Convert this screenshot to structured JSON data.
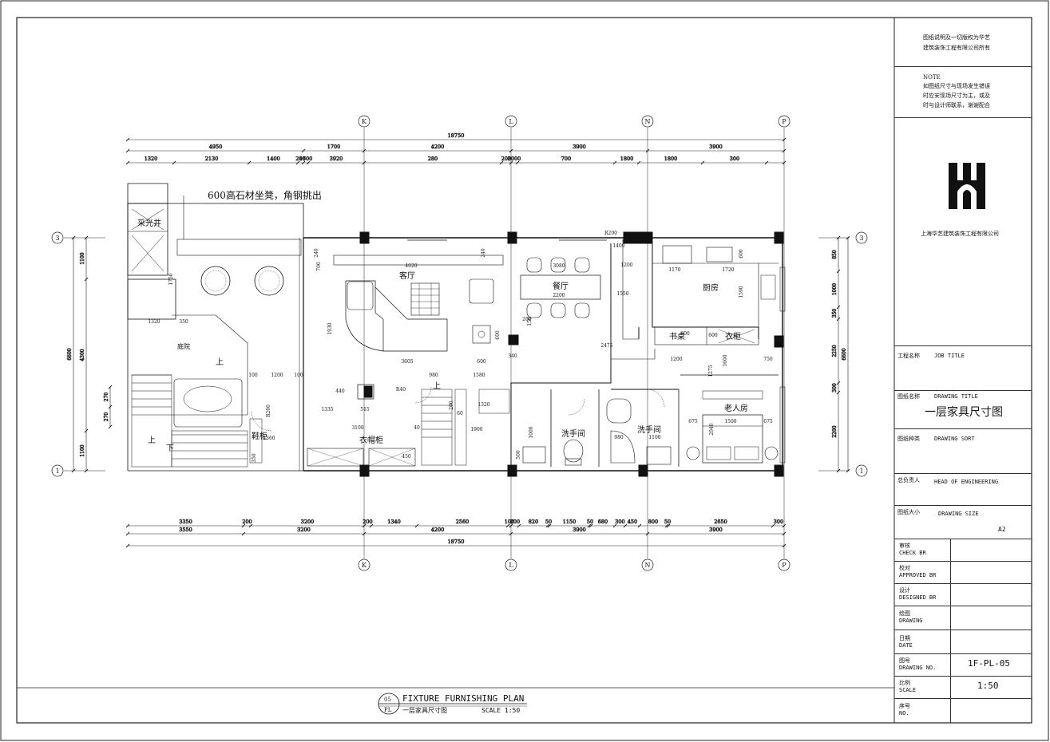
{
  "plan": {
    "title_en": "FIXTURE FURNISHING PLAN",
    "title_cn": "一层家具尺寸图",
    "scale": "SCALE 1:50",
    "view_no": "05",
    "view_sheet": "PL",
    "callout": "600高石材坐凳，角钢挑出",
    "grid_top": [
      "K",
      "L",
      "N",
      "P"
    ],
    "grid_side": [
      "3",
      "1"
    ],
    "dims_top_total": "18750",
    "dims_top_row1": [
      "4950",
      "1700",
      "4200",
      "3900",
      "3900"
    ],
    "dims_top_row2": [
      "1320",
      "2130",
      "1400",
      "200",
      "1600",
      "3920",
      "280",
      "200",
      "3000",
      "700",
      "1800",
      "1800",
      "300"
    ],
    "dims_bottom_row1": [
      "3350",
      "200",
      "3200",
      "200",
      "1340",
      "2560",
      "100",
      "200",
      "820",
      "50",
      "1150",
      "50",
      "680",
      "300",
      "450",
      "800",
      "50",
      "2650",
      "300"
    ],
    "dims_bottom_row2": [
      "3550",
      "3200",
      "4200",
      "3900",
      "3900"
    ],
    "dims_bottom_total": "18750",
    "dims_left": [
      "1100",
      "4300",
      "1100",
      "6600",
      "270",
      "270"
    ],
    "dims_right": [
      "850",
      "1000",
      "350",
      "2250",
      "300",
      "2200",
      "6600"
    ],
    "rooms": {
      "light_well": "采光井",
      "courtyard": "庭院",
      "living": "客厅",
      "dining": "餐厅",
      "kitchen": "厨房",
      "desk": "书桌",
      "wardrobe": "衣柜",
      "elder_room": "老人房",
      "wash1": "洗手间",
      "wash2": "洗手间",
      "shoe_cab": "鞋柜",
      "coat_cab": "衣帽柜",
      "up": "上",
      "down": "下"
    },
    "inner_dims": [
      "4020",
      "3080",
      "2200",
      "1930",
      "3605",
      "600",
      "600",
      "340",
      "200",
      "1750",
      "1320",
      "350",
      "1200",
      "100",
      "100",
      "1170",
      "1720",
      "600",
      "1550",
      "1400",
      "1200",
      "1590",
      "600",
      "2475",
      "1200",
      "600",
      "1600",
      "750",
      "1275",
      "1500",
      "675",
      "675",
      "2040",
      "980",
      "1580",
      "1320",
      "200",
      "60",
      "1900",
      "1335",
      "515",
      "3100",
      "40",
      "R40",
      "R200",
      "1360",
      "350",
      "450",
      "1000",
      "500",
      "980",
      "1100",
      "440",
      "700",
      "240",
      "240",
      "R200",
      "150"
    ]
  },
  "titleblock": {
    "copyright": [
      "图纸说明及一切版权为华艺",
      "建筑装饰工程有限公司所有"
    ],
    "note_title": "NOTE",
    "note": [
      "如图纸尺寸与现场发生错误",
      "时应安现场尺寸为主，或及",
      "时与设计师联系，谢谢配合"
    ],
    "company": "上海华艺建筑装饰工程有限公司",
    "job_cn": "工程名称",
    "job_en": "JOB TITLE",
    "drawing_cn": "图纸名称",
    "drawing_en": "DRAWING TITLE",
    "drawing_title": "一层家具尺寸图",
    "sort_cn": "图纸种类",
    "sort_en": "DRAWING SORT",
    "head_cn": "总负责人",
    "head_en": "HEAD OF ENGINEERING",
    "size_cn": "图纸大小",
    "size_en": "DRAWING SIZE",
    "size_value": "A2",
    "check_cn": "审核",
    "check_en": "CHECK BR",
    "approved_cn": "校对",
    "approved_en": "APPROVED BR",
    "designed_cn": "设计",
    "designed_en": "DESIGNED BR",
    "drawn_cn": "绘图",
    "drawn_en": "DRAWING",
    "date_cn": "日期",
    "date_en": "DATE",
    "no_cn": "图号",
    "no_en": "DRAWING NO.",
    "no_value": "1F-PL-05",
    "scale_cn": "比例",
    "scale_en": "SCALE",
    "scale_value": "1:50",
    "seq_cn": "序号",
    "seq_en": "NO."
  }
}
